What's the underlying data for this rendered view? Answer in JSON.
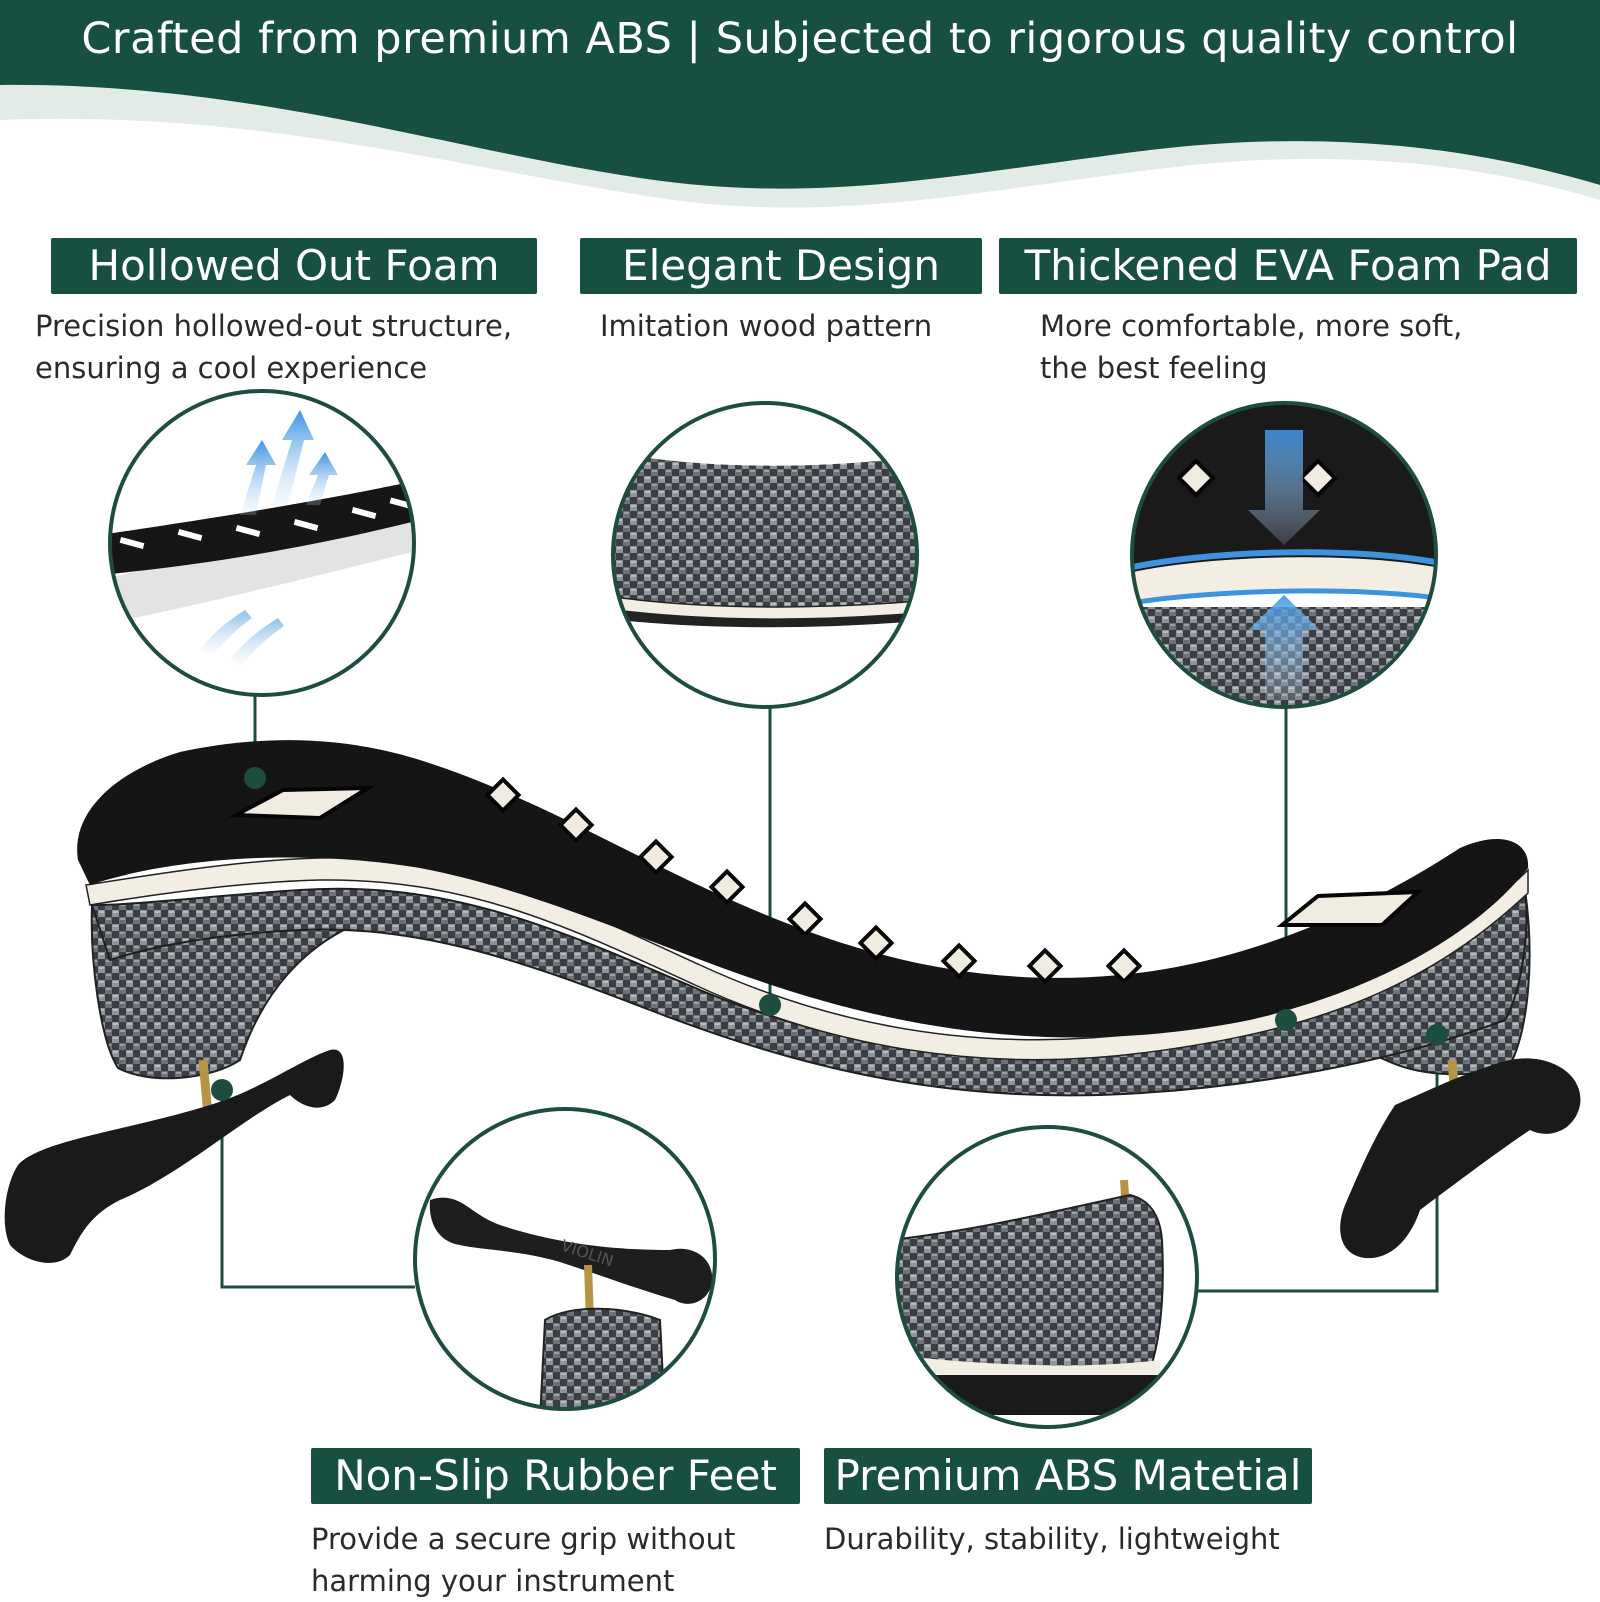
{
  "banner": {
    "text": "Crafted from premium ABS | Subjected to rigorous quality control",
    "bg_color": "#174f40",
    "wave_color": "#e3ebe6"
  },
  "features": {
    "hollowed": {
      "title": "Hollowed Out Foam",
      "desc": "Precision hollowed-out structure,\nensuring a cool experience"
    },
    "elegant": {
      "title": "Elegant Design",
      "desc": "Imitation wood pattern"
    },
    "eva": {
      "title": "Thickened EVA Foam Pad",
      "desc": "More comfortable, more soft,\nthe best feeling"
    },
    "rubber": {
      "title": "Non-Slip Rubber Feet",
      "desc": "Provide a secure grip without\nharming your instrument"
    },
    "abs": {
      "title": "Premium ABS Matetial",
      "desc": "Durability, stability, lightweight"
    }
  },
  "callout_line_color": "#1d4d3f",
  "foot_engraving": "VIOLIN",
  "icons": [
    "airflow-arrows-icon",
    "compression-arrows-icon"
  ]
}
